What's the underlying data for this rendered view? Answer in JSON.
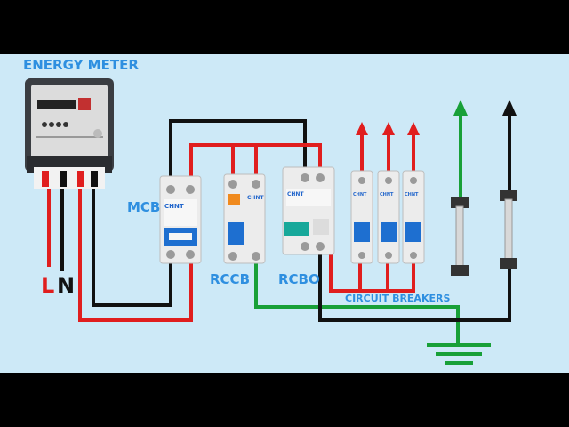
{
  "labels": {
    "energy_meter": "ENERGY METER",
    "mcb": "MCB",
    "rccb": "RCCB",
    "rcbo": "RCBO",
    "circuit_breakers": "CIRCUIT BREAKERS",
    "live": "L",
    "neutral": "N"
  },
  "device_brands": {
    "mcb": "CHNT",
    "rccb": "CHNT",
    "rcbo": "CHNT",
    "breaker_1": "CHNT",
    "breaker_2": "CHNT",
    "breaker_3": "CHNT"
  },
  "colors": {
    "background": "#cde9f7",
    "letterbox": "#000000",
    "live_wire": "#e01e1e",
    "neutral_wire": "#111111",
    "earth_wire": "#18a038",
    "label_blue": "#2e8fe0",
    "breaker_handle": "#1e6fd0",
    "rcbo_handle": "#17a89a",
    "rccb_test": "#f08a1e"
  },
  "icons": [
    "ground-symbol-icon",
    "arrow-up-icon"
  ]
}
